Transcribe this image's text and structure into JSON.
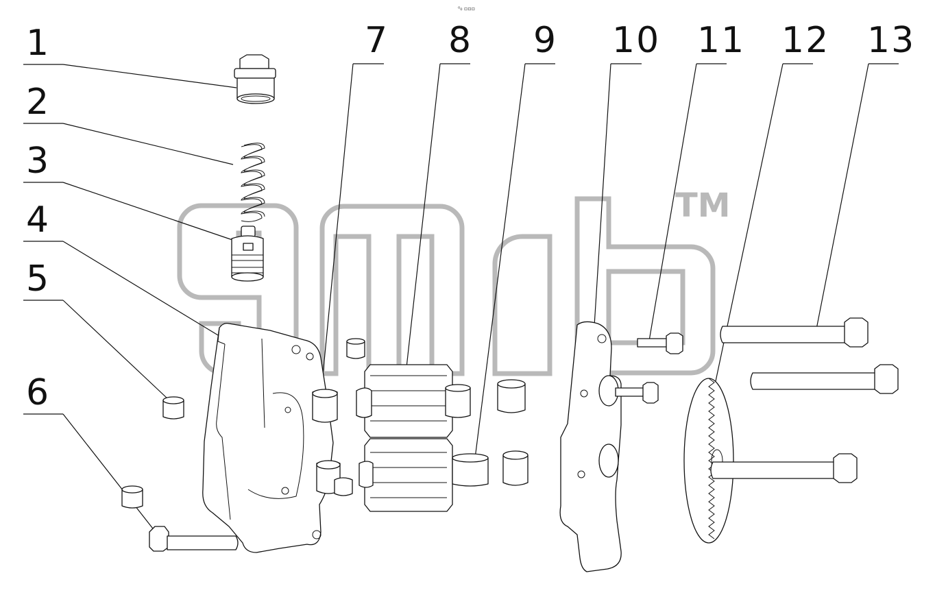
{
  "header": {
    "corner_mark": "⁰₀ ▫▫▫"
  },
  "watermark": {
    "trademark": "TM"
  },
  "callouts": [
    {
      "id": "1",
      "label": "1"
    },
    {
      "id": "2",
      "label": "2"
    },
    {
      "id": "3",
      "label": "3"
    },
    {
      "id": "4",
      "label": "4"
    },
    {
      "id": "5",
      "label": "5"
    },
    {
      "id": "6",
      "label": "6"
    },
    {
      "id": "7",
      "label": "7"
    },
    {
      "id": "8",
      "label": "8"
    },
    {
      "id": "9",
      "label": "9"
    },
    {
      "id": "10",
      "label": "10"
    },
    {
      "id": "11",
      "label": "11"
    },
    {
      "id": "12",
      "label": "12"
    },
    {
      "id": "13",
      "label": "13"
    }
  ]
}
